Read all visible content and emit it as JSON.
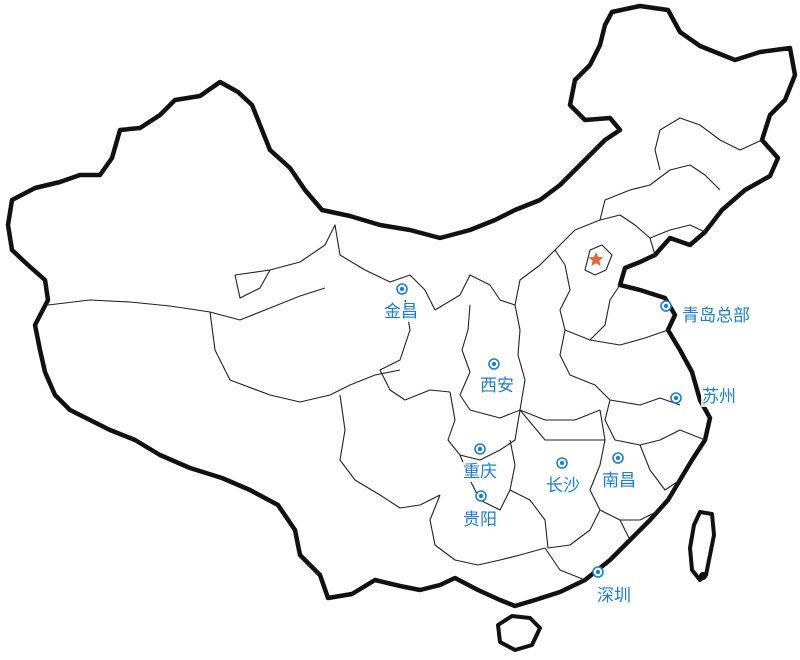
{
  "colors": {
    "label": "#1a7fd0",
    "marker": "#1a7fd0",
    "capital_star": "#e8643a",
    "outline": "#111111"
  },
  "capital": {
    "icon": "star-icon"
  },
  "cities": [
    {
      "id": "jinchang",
      "name": "金昌"
    },
    {
      "id": "qingdao",
      "name": "青岛总部"
    },
    {
      "id": "xian",
      "name": "西安"
    },
    {
      "id": "suzhou",
      "name": "苏州"
    },
    {
      "id": "chongqing",
      "name": "重庆"
    },
    {
      "id": "changsha",
      "name": "长沙"
    },
    {
      "id": "nanchang",
      "name": "南昌"
    },
    {
      "id": "guiyang",
      "name": "贵阳"
    },
    {
      "id": "shenzhen",
      "name": "深圳"
    }
  ]
}
